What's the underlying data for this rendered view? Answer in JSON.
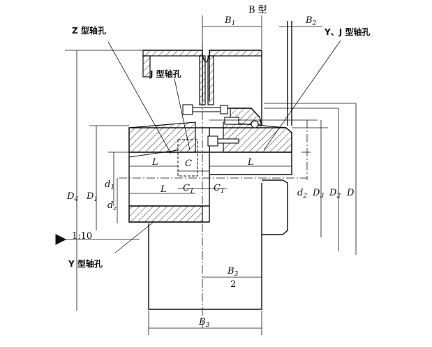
{
  "labels": {
    "b_type": "B 型",
    "z_bore": "Z 型轴孔",
    "j_bore": "J 型轴孔",
    "yj_bore": "Y、J 型轴孔",
    "y_bore": "Y 型轴孔",
    "taper": "1:10"
  },
  "dims": {
    "B": "B",
    "s1": "1",
    "s2": "2",
    "s3": "3",
    "s4": "4",
    "sz": "z",
    "D": "D",
    "d": "d",
    "L": "L",
    "C": "C",
    "two": "2"
  },
  "colors": {
    "line": "#111111",
    "hatch": "#222222",
    "paper": "#ffffff"
  }
}
